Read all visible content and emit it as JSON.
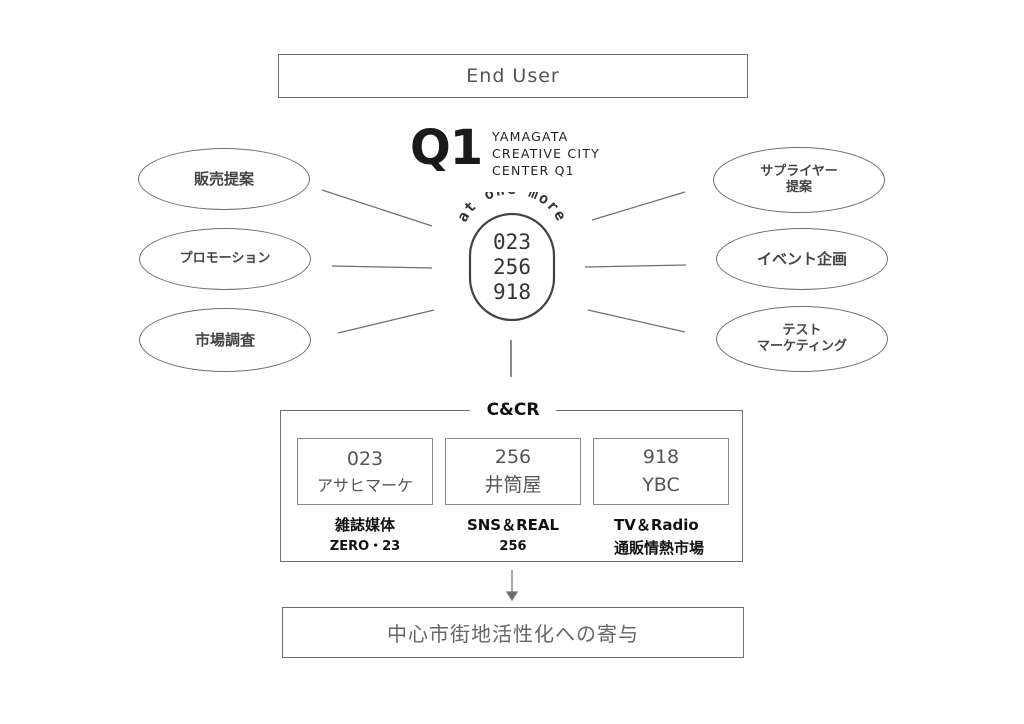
{
  "top_box": "End User",
  "logo": {
    "mark": "Q1",
    "lines": [
      "YAMAGATA",
      "CREATIVE CITY",
      "CENTER Q1"
    ]
  },
  "badge": {
    "arc_text": "at one more",
    "numbers": [
      "023",
      "256",
      "918"
    ]
  },
  "left_ellipses": [
    {
      "lines": [
        "販売提案"
      ]
    },
    {
      "lines": [
        "プロモーション"
      ]
    },
    {
      "lines": [
        "市場調査"
      ]
    }
  ],
  "right_ellipses": [
    {
      "lines": [
        "サプライヤー",
        "提案"
      ]
    },
    {
      "lines": [
        "イベント企画"
      ]
    },
    {
      "lines": [
        "テスト",
        "マーケティング"
      ]
    }
  ],
  "group": {
    "title": "C&CR",
    "members": [
      {
        "code": "023",
        "name": "アサヒマーケ",
        "caption": [
          "雑誌媒体",
          "ZERO・23"
        ]
      },
      {
        "code": "256",
        "name": "井筒屋",
        "caption": [
          "SNS＆REAL",
          "256"
        ]
      },
      {
        "code": "918",
        "name": "YBC",
        "caption": [
          "TV＆Radio",
          "通販情熱市場"
        ]
      }
    ]
  },
  "bottom_box": "中心市街地活性化への寄与",
  "colors": {
    "stroke": "#6e6e6e",
    "text": "#333333"
  }
}
